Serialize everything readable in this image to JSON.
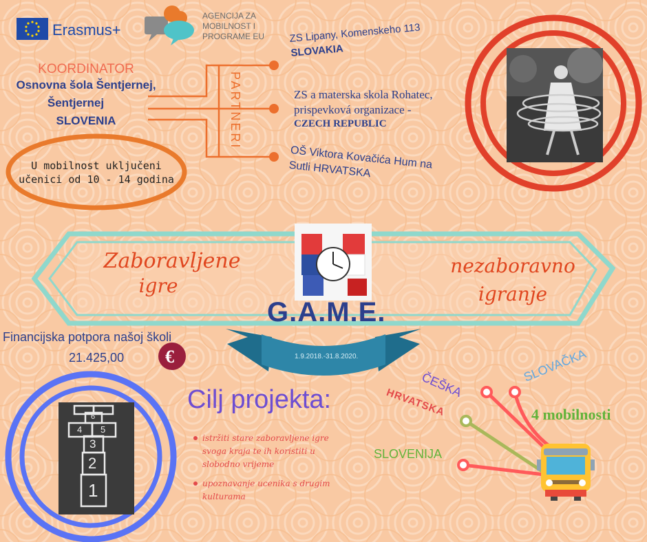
{
  "logos": {
    "erasmus": "Erasmus+",
    "agency_line1": "AGENCIJA ZA",
    "agency_line2": "MOBILNOST I",
    "agency_line3": "PROGRAME EU"
  },
  "coordinator": {
    "heading": "KOORDINATOR",
    "line1": "Osnovna šola Šentjernej,",
    "line2": "Šentjernej",
    "line3": "SLOVENIA"
  },
  "partners": {
    "label": "PARTNERI",
    "items": [
      {
        "line1": "ZS Lipany, Komenskeho 113",
        "line2": "SLOVAKIA"
      },
      {
        "line1": "ZS a materska skola Rohatec,",
        "line2": "prispevková organizace -",
        "line3": "CZECH REPUBLIC"
      },
      {
        "line1": "OŠ Viktora Kovačića Hum na",
        "line2": "Sutli HRVATSKA"
      }
    ]
  },
  "mobility_note": {
    "line1": "U mobilnost uključeni",
    "line2": "učenici od 10 - 14 godina"
  },
  "banner": {
    "left_line1": "Zaboravljene",
    "left_line2": "igre",
    "right_line1": "nezaboravno",
    "right_line2": "igranje",
    "title": "G.A.M.E.",
    "dates": "1.9.2018.-31.8.2020."
  },
  "funding": {
    "label": "Financijska potpora našoj školi",
    "amount": "21.425,00",
    "currency_symbol": "€"
  },
  "goal": {
    "title": "Cilj projekta:",
    "bullets": [
      {
        "line1": "istržiti stare zaboravljene igre",
        "line2": "svoga kraja te ih koristiti u",
        "line3": "slobodno vrijeme"
      },
      {
        "line1": "upoznavanje ucenika s drugim",
        "line2": "kulturama"
      }
    ]
  },
  "mobilities": {
    "count_label": "4 mobilnosti",
    "countries": [
      "ČEŠKA",
      "SLOVAČKA",
      "HRVATSKA",
      "SLOVENIJA"
    ]
  },
  "hopscotch_numbers": [
    "1",
    "2",
    "3",
    "4",
    "5",
    "6"
  ],
  "colors": {
    "background": "#f9c9a3",
    "orange": "#ec6f2d",
    "red_circle": "#e1402a",
    "blue_circle": "#5a73f5",
    "navy": "#2c3f8c",
    "teal_frame": "#8fd8cc",
    "ribbon": "#2e86a8",
    "script_red": "#e0461f",
    "purple": "#6d4dd2",
    "bullet_red": "#e34a4a",
    "coral": "#ff6a5a",
    "light_blue": "#62a8e0",
    "green": "#62b33a",
    "olive": "#a9b85a",
    "euro_bg": "#9a1f3d"
  }
}
